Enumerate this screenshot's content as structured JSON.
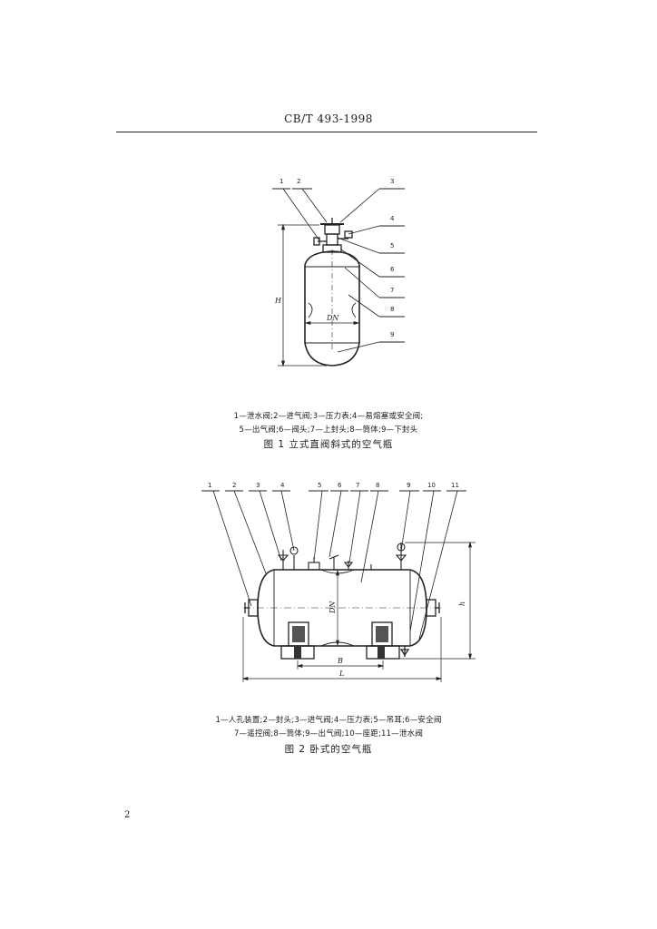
{
  "header": {
    "code": "CB/T 493-1998"
  },
  "figure1": {
    "callouts": [
      "1",
      "2",
      "3",
      "4",
      "5",
      "6",
      "7",
      "8",
      "9"
    ],
    "dims": {
      "height": "H",
      "diameter": "DN"
    },
    "legend_line1": "1—泄水阀;2—进气阀;3—压力表;4—易熔塞或安全阀;",
    "legend_line2": "5—出气阀;6—阀头;7—上封头;8—筒体;9—下封头",
    "caption": "图 1  立式直阀斜式的空气瓶"
  },
  "figure2": {
    "callouts": [
      "1",
      "2",
      "3",
      "4",
      "5",
      "6",
      "7",
      "8",
      "9",
      "10",
      "11"
    ],
    "dims": {
      "diameter": "DN",
      "base": "B",
      "length": "L",
      "height": "h"
    },
    "legend_line1": "1—人孔装置;2—封头;3—进气阀;4—压力表;5—吊耳;6—安全阀",
    "legend_line2": "7—遥控阀;8—筒体;9—出气阀;10—座距;11—泄水阀",
    "caption": "图 2  卧式的空气瓶"
  },
  "footer": {
    "page_number": "2"
  }
}
